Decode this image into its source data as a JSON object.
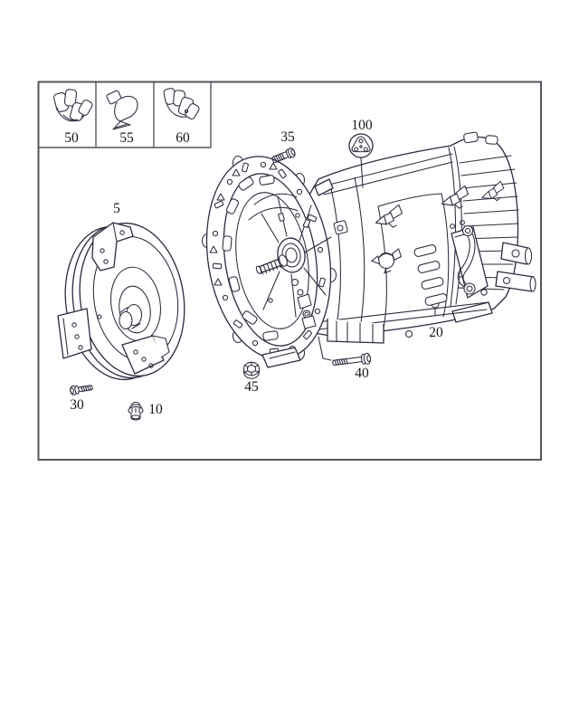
{
  "colors": {
    "line": "#2b2b3e",
    "frame": "#54545e",
    "label": "#161616",
    "background": "#ffffff"
  },
  "callouts": {
    "torque_converter": "5",
    "drain_plug": "10",
    "transmission_case": "20",
    "converter_bolt": "30",
    "housing_bolt": "35",
    "long_bolt": "40",
    "nut": "45",
    "clip_a": "50",
    "clip_b": "55",
    "clip_c": "60",
    "match_marker": "100"
  }
}
